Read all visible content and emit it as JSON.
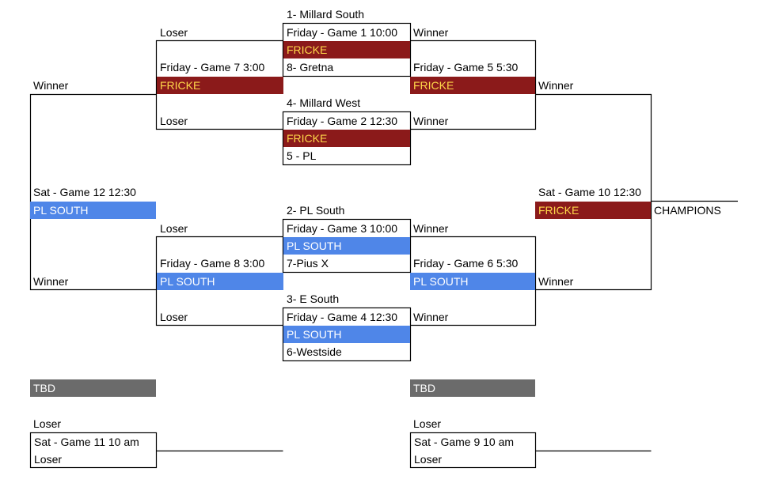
{
  "colors": {
    "fricke_bg": "#8b1a1a",
    "fricke_text": "#ffd84a",
    "pl_bg": "#4f86e8",
    "tbd_bg": "#6b6b6b"
  },
  "left_bracket": {
    "seed1": "1- Millard South",
    "game1": "Friday - Game 1 10:00",
    "game1_winner": "FRICKE",
    "seed8": "8- Gretna",
    "seed4": "4- Millard West",
    "game2": "Friday - Game 2 12:30",
    "game2_winner": "FRICKE",
    "seed5": "5 - PL",
    "seed2": "2- PL South",
    "game3": "Friday - Game 3 10:00",
    "game3_winner": "PL SOUTH",
    "seed7": "7-Pius X",
    "seed3": "3- E South",
    "game4": "Friday - Game 4 12:30",
    "game4_winner": "PL SOUTH",
    "seed6": "6-Westside"
  },
  "right_bracket": {
    "game5": "Friday - Game 5 5:30",
    "game5_winner": "FRICKE",
    "game6": "Friday - Game 6  5:30",
    "game6_winner": "PL SOUTH",
    "game10": "Sat - Game 10 12:30",
    "game10_winner": "FRICKE",
    "champions": "CHAMPIONS",
    "tbd": "TBD",
    "game9_loser_top": "Loser",
    "game9": "Sat - Game 9 10 am",
    "game9_loser_bottom": "Loser"
  },
  "consolation": {
    "game7": "Friday - Game 7 3:00",
    "game7_winner": "FRICKE",
    "game8": "Friday - Game 8 3:00",
    "game8_winner": "PL SOUTH",
    "game12": "Sat - Game 12 12:30",
    "game12_winner": "PL SOUTH",
    "tbd": "TBD",
    "game11_loser_top": "Loser",
    "game11": "Sat - Game 11 10 am",
    "game11_loser_bottom": "Loser"
  },
  "labels": {
    "loser": "Loser",
    "winner": "Winner"
  }
}
